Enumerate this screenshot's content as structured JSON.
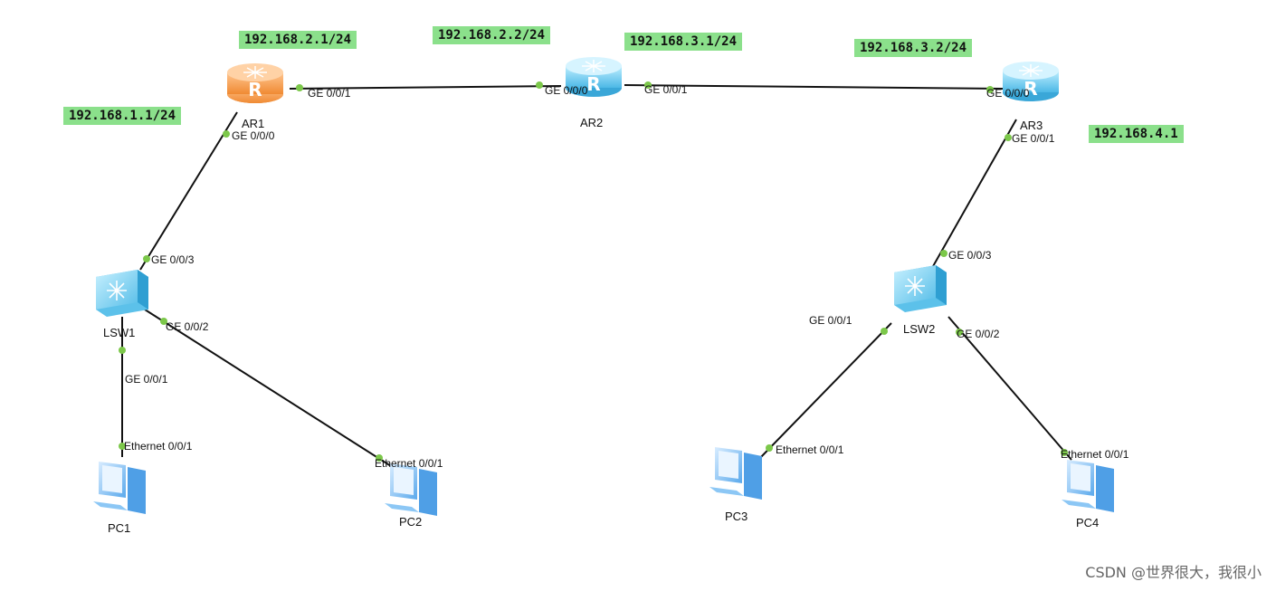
{
  "colors": {
    "link": "#111111",
    "port_dot": "#7cc84a",
    "ip_bg": "#8be08b",
    "router_blue": "#7fd3f0",
    "router_orange": "#f7a35c",
    "switch_blue": "#8fd8f3",
    "pc_blue": "#8cc7f5"
  },
  "devices": {
    "ar1": {
      "label": "AR1",
      "icon": "router-orange-icon"
    },
    "ar2": {
      "label": "AR2",
      "icon": "router-blue-icon"
    },
    "ar3": {
      "label": "AR3",
      "icon": "router-blue-icon"
    },
    "lsw1": {
      "label": "LSW1",
      "icon": "switch-icon"
    },
    "lsw2": {
      "label": "LSW2",
      "icon": "switch-icon"
    },
    "pc1": {
      "label": "PC1",
      "icon": "pc-icon"
    },
    "pc2": {
      "label": "PC2",
      "icon": "pc-icon"
    },
    "pc3": {
      "label": "PC3",
      "icon": "pc-icon"
    },
    "pc4": {
      "label": "PC4",
      "icon": "pc-icon"
    }
  },
  "ips": {
    "ar1_g001": "192.168.2.1/24",
    "ar2_g000": "192.168.2.2/24",
    "ar2_g001": "192.168.3.1/24",
    "ar3_g000": "192.168.3.2/24",
    "ar1_g000": "192.168.1.1/24",
    "ar3_g001": "192.168.4.1"
  },
  "ports": {
    "ar1_g001": "GE 0/0/1",
    "ar1_g000": "GE 0/0/0",
    "ar2_g000": "GE 0/0/0",
    "ar2_g001": "GE 0/0/1",
    "ar3_g000": "GE 0/0/0",
    "ar3_g001": "GE 0/0/1",
    "lsw1_g003": "GE 0/0/3",
    "lsw1_g002": "GE 0/0/2",
    "lsw1_g001": "GE 0/0/1",
    "lsw2_g003": "GE 0/0/3",
    "lsw2_g001": "GE 0/0/1",
    "lsw2_g002": "GE 0/0/2",
    "pc1_eth": "Ethernet 0/0/1",
    "pc2_eth": "Ethernet 0/0/1",
    "pc3_eth": "Ethernet 0/0/1",
    "pc4_eth": "Ethernet 0/0/1"
  },
  "watermark": "CSDN @世界很大，我很小"
}
